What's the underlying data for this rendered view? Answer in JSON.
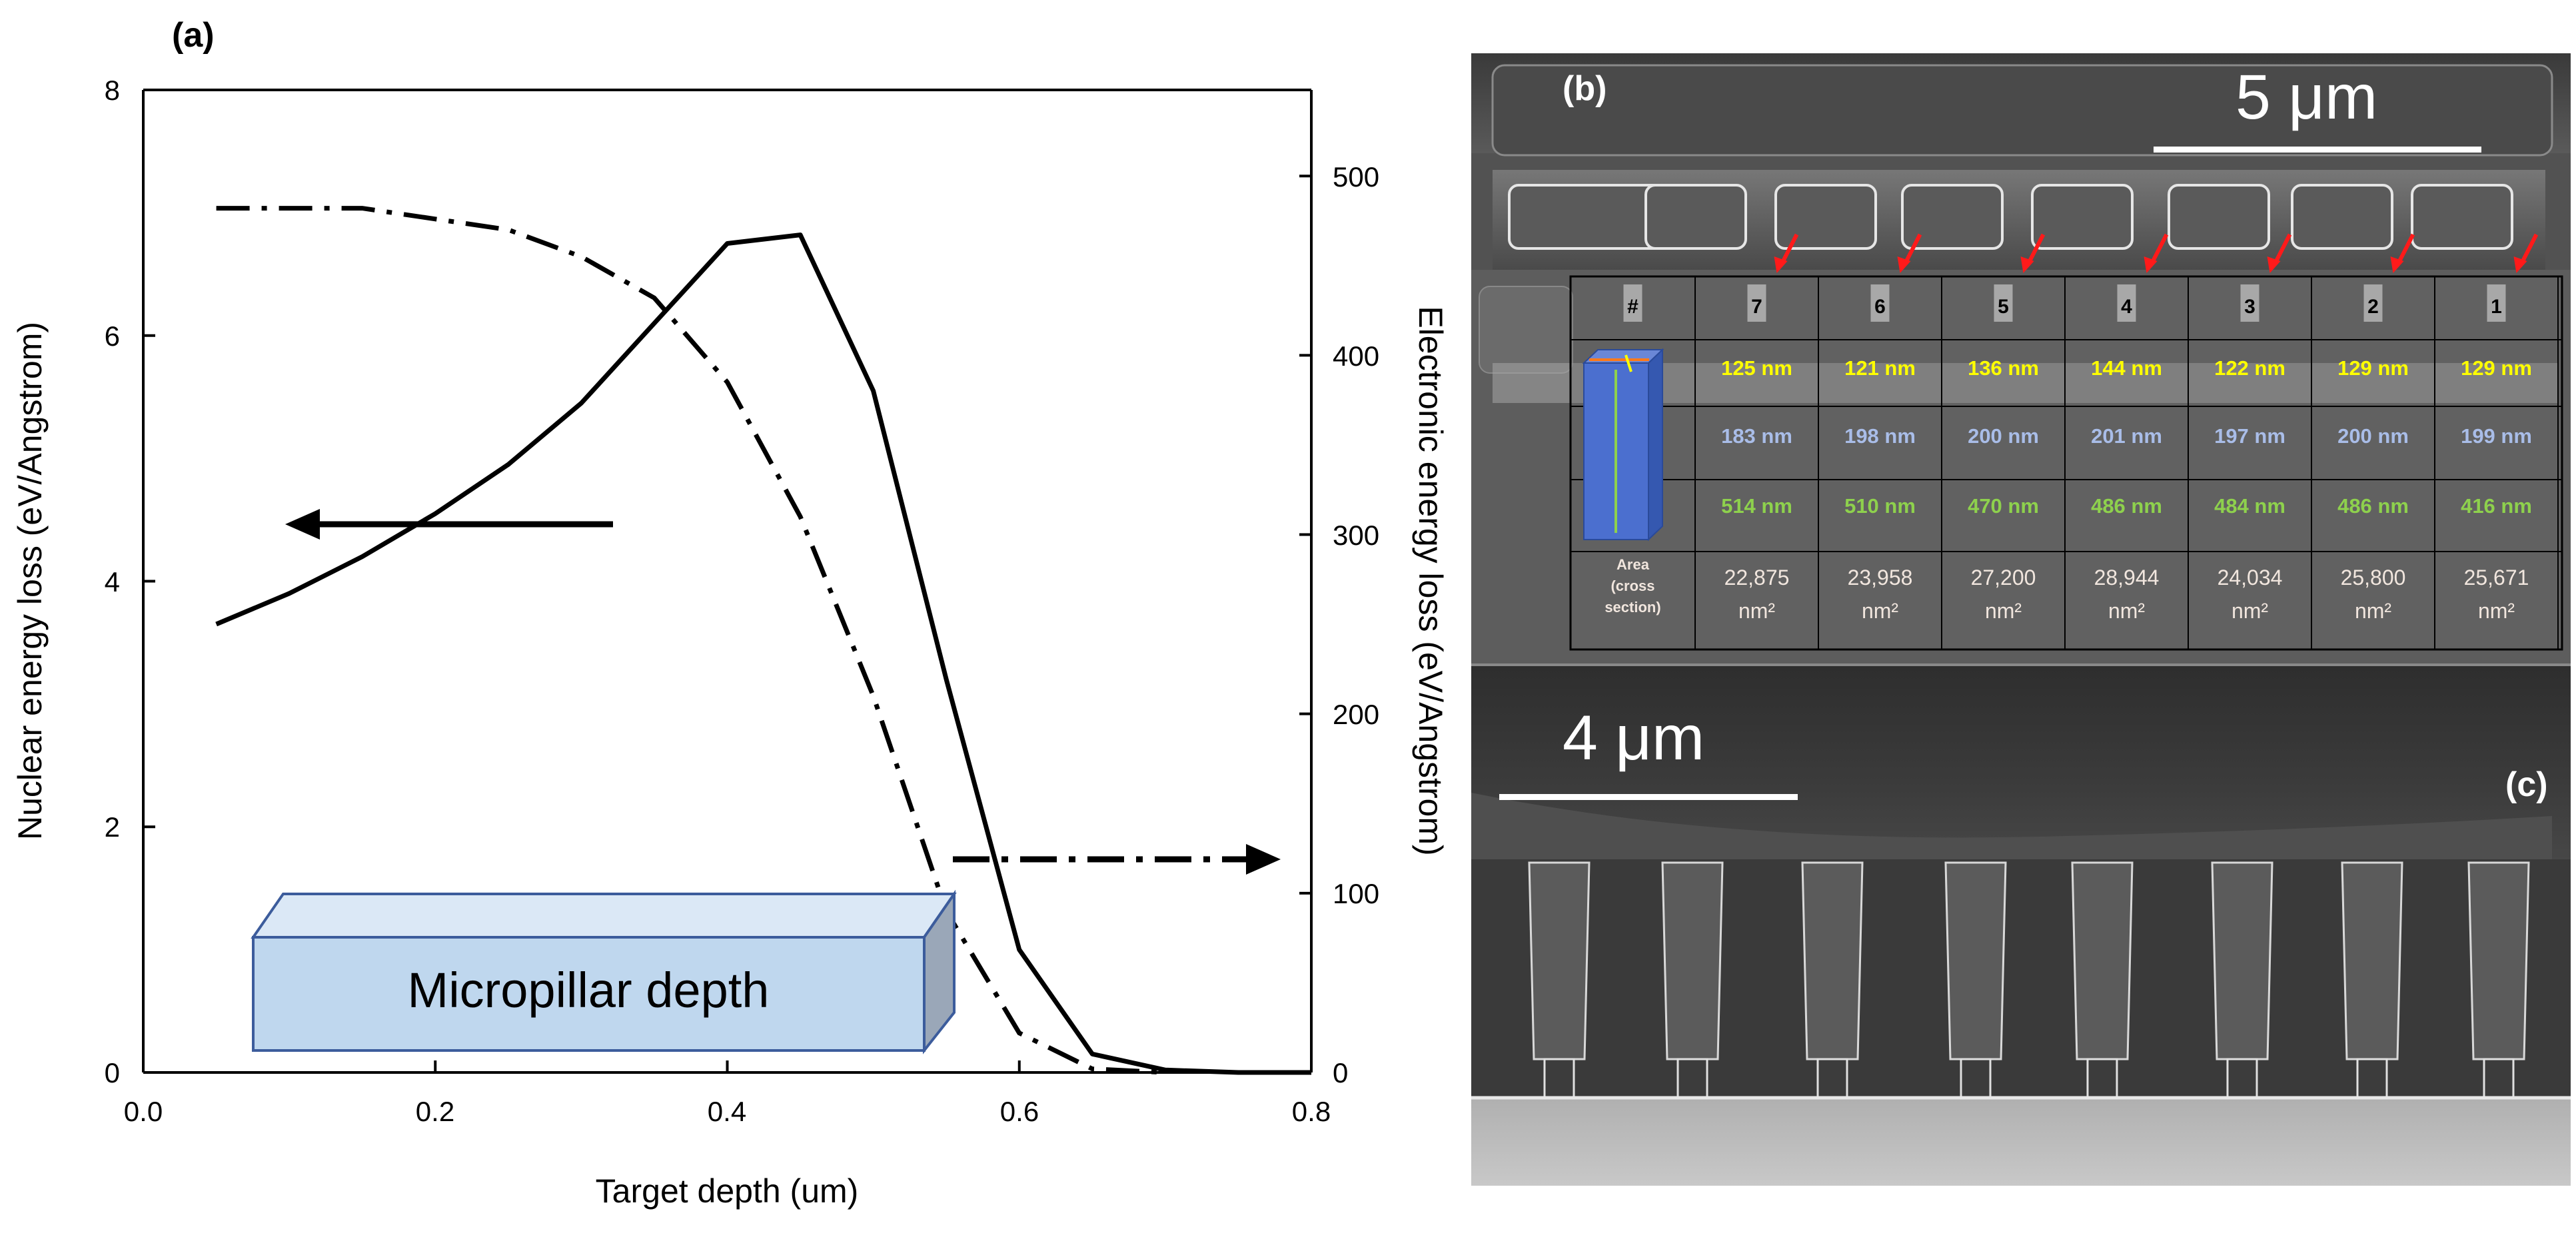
{
  "chart_data": {
    "type": "line",
    "panel_label": "(a)",
    "xlabel": "Target depth (um)",
    "ylabel": "Nuclear energy loss (eV/Angstrom)",
    "y2label": "Electronic energy loss (eV/Angstrom)",
    "xlim": [
      0.0,
      0.8
    ],
    "ylim": [
      0,
      8
    ],
    "y2lim": [
      0,
      548
    ],
    "x_ticks": [
      "0.0",
      "0.2",
      "0.4",
      "0.6",
      "0.8"
    ],
    "y_ticks": [
      "0",
      "2",
      "4",
      "6",
      "8"
    ],
    "y2_ticks": [
      "0",
      "100",
      "200",
      "300",
      "400",
      "500"
    ],
    "series": [
      {
        "axis": "left",
        "style": "solid",
        "x": [
          0.05,
          0.1,
          0.15,
          0.2,
          0.25,
          0.3,
          0.35,
          0.4,
          0.45,
          0.5,
          0.55,
          0.6,
          0.65,
          0.7,
          0.75,
          0.8
        ],
        "y": [
          3.65,
          3.9,
          4.2,
          4.55,
          4.95,
          5.45,
          6.1,
          6.75,
          6.82,
          5.55,
          3.2,
          1.0,
          0.15,
          0.02,
          0.0,
          0.0
        ]
      },
      {
        "axis": "right",
        "style": "dashdot",
        "x": [
          0.05,
          0.1,
          0.15,
          0.2,
          0.25,
          0.3,
          0.35,
          0.4,
          0.45,
          0.5,
          0.55,
          0.6,
          0.65,
          0.7
        ],
        "y": [
          482,
          482,
          482,
          476,
          470,
          455,
          432,
          385,
          310,
          210,
          90,
          22,
          2,
          0
        ]
      }
    ],
    "annotation_box": "Micropillar depth"
  },
  "sem_panel": {
    "label_b": "(b)",
    "label_c": "(c)",
    "scale_b": "5 μm",
    "scale_c": "4 μm",
    "table": {
      "header": [
        "#",
        "7",
        "6",
        "5",
        "4",
        "3",
        "2",
        "1"
      ],
      "width_row": [
        "125 nm",
        "121 nm",
        "136 nm",
        "144 nm",
        "122 nm",
        "129 nm",
        "129 nm"
      ],
      "height_row": [
        "183 nm",
        "198 nm",
        "200 nm",
        "201 nm",
        "197 nm",
        "200 nm",
        "199 nm"
      ],
      "depth_row": [
        "514 nm",
        "510 nm",
        "470 nm",
        "486 nm",
        "484 nm",
        "486 nm",
        "416 nm"
      ],
      "area_label": [
        "Area",
        "(cross",
        "section)"
      ],
      "area_row": [
        "22,875",
        "23,958",
        "27,200",
        "28,944",
        "24,034",
        "25,800",
        "25,671"
      ],
      "area_unit": "nm²"
    },
    "colors": {
      "width": "#ffff00",
      "height": "#a9bde8",
      "depth": "#8ed14d",
      "arrow": "#ff1a1a"
    }
  }
}
